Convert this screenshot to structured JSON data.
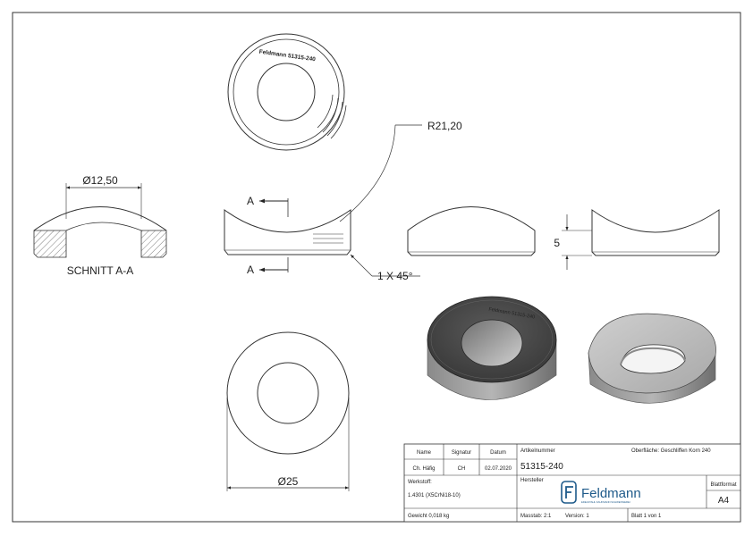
{
  "views": {
    "diameter_small": "Ø12,50",
    "section_label": "SCHNITT A-A",
    "radius_callout": "R21,20",
    "section_marker": "A",
    "chamfer_callout": "1 X 45°",
    "height_dim": "5",
    "diameter_outer": "Ø25",
    "engraving": "Feldmann 51315-240",
    "engraving_3d": "Feldmann 51315-240"
  },
  "title_block": {
    "header_name": "Name",
    "header_signatur": "Signatur",
    "header_datum": "Datum",
    "name_value": "Ch. Häfig",
    "signatur_value": "CH",
    "datum_value": "02.07.2020",
    "artikelnummer_label": "Artikelnummer",
    "artikelnummer_value": "51315-240",
    "oberflaeche": "Oberfläche: Geschliffen Korn 240",
    "werkstoff_label": "Werkstoff:",
    "werkstoff_value": "1.4301 (X5CrNi18-10)",
    "hersteller_label": "Hersteller",
    "logo_text": "Feldmann",
    "logo_tagline": "EDELSTAHL KAUFMANN SCHWEISSEREI",
    "blattformat_label": "Blattformat",
    "blattformat_value": "A4",
    "gewicht": "Gewicht 0,018 kg",
    "massstab": "Masstab: 2:1",
    "version": "Version: 1",
    "blatt": "Blatt 1 von 1"
  }
}
